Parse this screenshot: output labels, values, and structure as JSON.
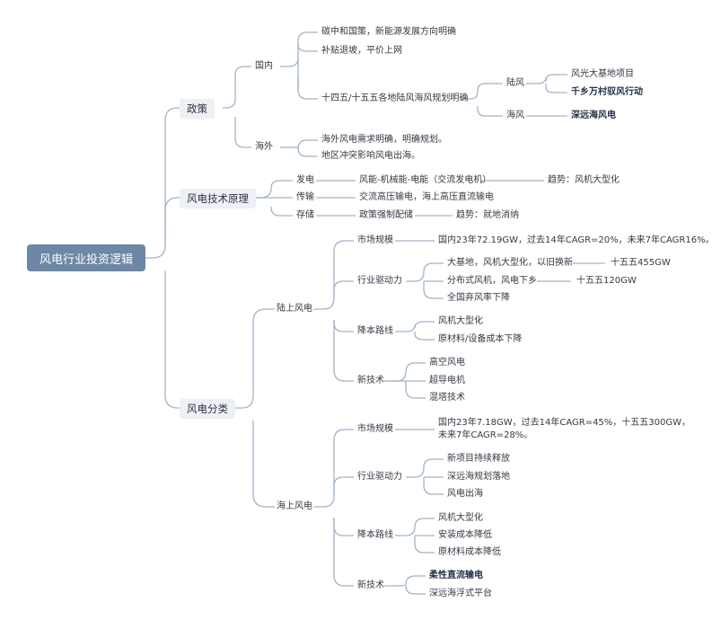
{
  "root": "风电行业投资逻辑",
  "policy": {
    "label": "政策",
    "domestic": {
      "label": "国内",
      "items": [
        "碳中和国策，新能源发展方向明确",
        "补贴退坡，平价上网",
        "十四五/十五五各地陆风海风规划明确"
      ],
      "onshore": {
        "label": "陆风",
        "items": [
          "风光大基地项目",
          "千乡万村驭风行动"
        ]
      },
      "offshore": {
        "label": "海风",
        "items": [
          "深远海风电"
        ]
      }
    },
    "overseas": {
      "label": "海外",
      "items": [
        "海外风电需求明确，明确规划。",
        "地区冲突影响风电出海。"
      ]
    }
  },
  "tech": {
    "label": "风电技术原理",
    "generation": {
      "label": "发电",
      "detail": "风能-机械能-电能（交流发电机）",
      "trend": "趋势：风机大型化"
    },
    "transmission": {
      "label": "传输",
      "detail": "交流高压输电，海上高压直流输电"
    },
    "storage": {
      "label": "存储",
      "detail": "政策强制配储",
      "trend": "趋势：就地消纳"
    }
  },
  "classification": {
    "label": "风电分类",
    "onshore": {
      "label": "陆上风电",
      "market": {
        "label": "市场规模",
        "detail": "国内23年72.19GW，过去14年CAGR=20%，未来7年CAGR16%。"
      },
      "drivers": {
        "label": "行业驱动力",
        "items": [
          "大基地，风机大型化，以旧换新",
          "分布式风机，风电下乡",
          "全国弃风率下降"
        ],
        "notes": [
          "十五五455GW",
          "十五五120GW"
        ]
      },
      "cost": {
        "label": "降本路线",
        "items": [
          "风机大型化",
          "原材料/设备成本下降"
        ]
      },
      "newtech": {
        "label": "新技术",
        "items": [
          "高空风电",
          "超导电机",
          "混塔技术"
        ]
      }
    },
    "offshore": {
      "label": "海上风电",
      "market": {
        "label": "市场规模",
        "detail": "国内23年7.18GW，过去14年CAGR=45%，十五五300GW，未来7年CAGR=28%。"
      },
      "drivers": {
        "label": "行业驱动力",
        "items": [
          "新项目持续释放",
          "深远海规划落地",
          "风电出海"
        ]
      },
      "cost": {
        "label": "降本路线",
        "items": [
          "风机大型化",
          "安装成本降低",
          "原材料成本降低"
        ]
      },
      "newtech": {
        "label": "新技术",
        "items": [
          "柔性直流输电",
          "深远海浮式平台"
        ]
      }
    }
  }
}
